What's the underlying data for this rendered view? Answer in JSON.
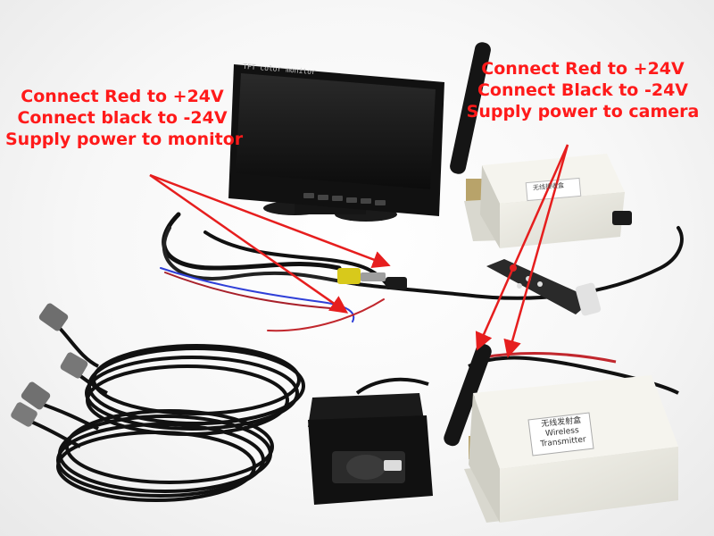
{
  "annotations": {
    "monitor": [
      "Connect Red to +24V",
      "Connect black to -24V",
      "Supply power to monitor"
    ],
    "camera": [
      "Connect Red to +24V",
      "Connect Black to -24V",
      "Supply power to camera"
    ]
  },
  "device_labels": {
    "monitor_screen": "TFT color monitor",
    "receiver": "无线接收盒",
    "transmitter_cn": "无线发射盒",
    "transmitter_en_1": "Wireless",
    "transmitter_en_2": "Transmitter"
  },
  "colors": {
    "annotation": "#ff1a1a",
    "arrow": "#e61e1e",
    "device_body": "#ecebe2",
    "cable": "#111111"
  }
}
